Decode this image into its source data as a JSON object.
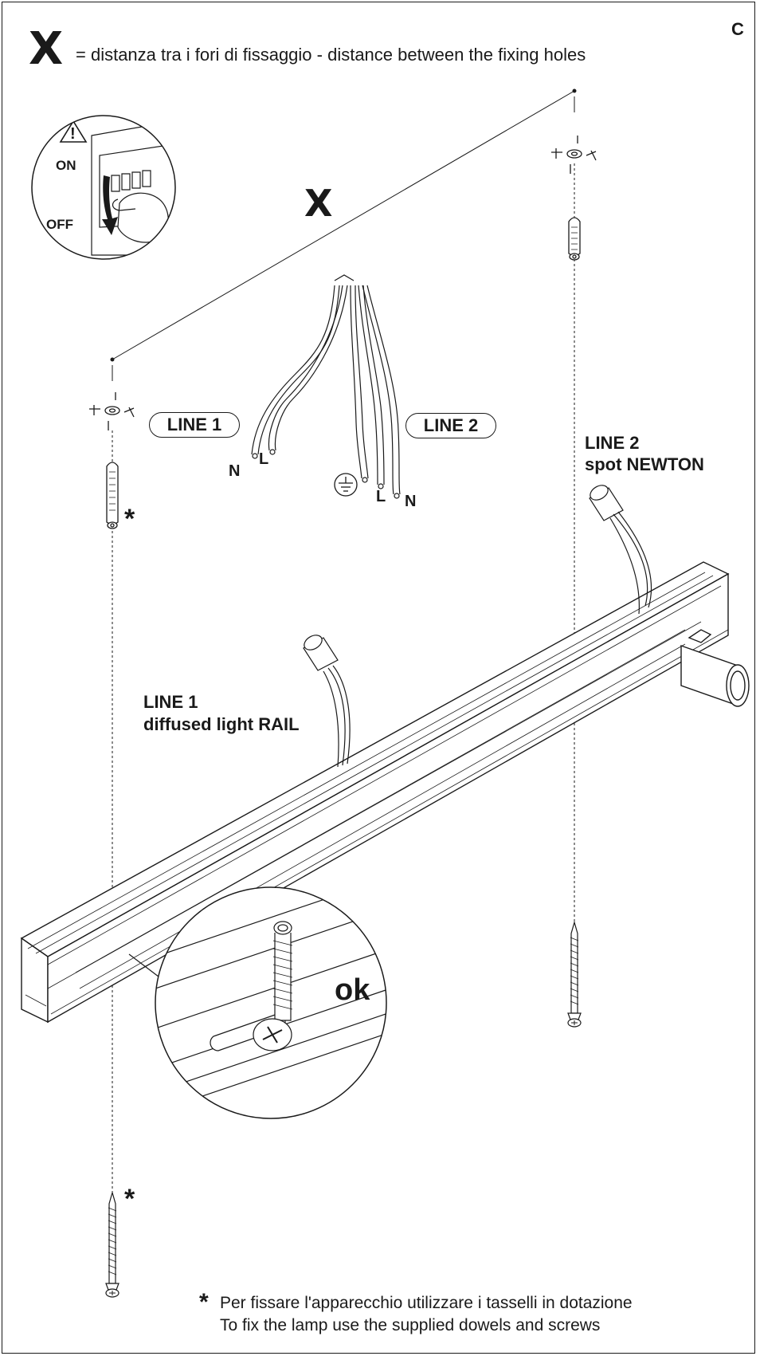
{
  "page_letter": "C",
  "legend": {
    "symbol": "X",
    "text": "= distanza tra i fori di fissaggio - distance between the fixing holes"
  },
  "distance_marker": "X",
  "switch_detail": {
    "on_label": "ON",
    "off_label": "OFF",
    "warning_mark": "!"
  },
  "line1_tag": "LINE 1",
  "line2_tag": "LINE 2",
  "wires": {
    "n1": "N",
    "l1": "L",
    "l2": "L",
    "n2": "N"
  },
  "callouts": {
    "line2_title": "LINE 2",
    "line2_sub": "spot NEWTON",
    "line1_title": "LINE 1",
    "line1_sub": "diffused light RAIL"
  },
  "detail_ok": "ok",
  "asterisk": "*",
  "footnote": {
    "line_it": "Per fissare l'apparecchio utilizzare i tasselli in dotazione",
    "line_en": "To fix the lamp use the supplied dowels and screws"
  },
  "colors": {
    "ink": "#1a1a1a",
    "paper": "#ffffff",
    "rail_shade": "#e9e9e9"
  }
}
